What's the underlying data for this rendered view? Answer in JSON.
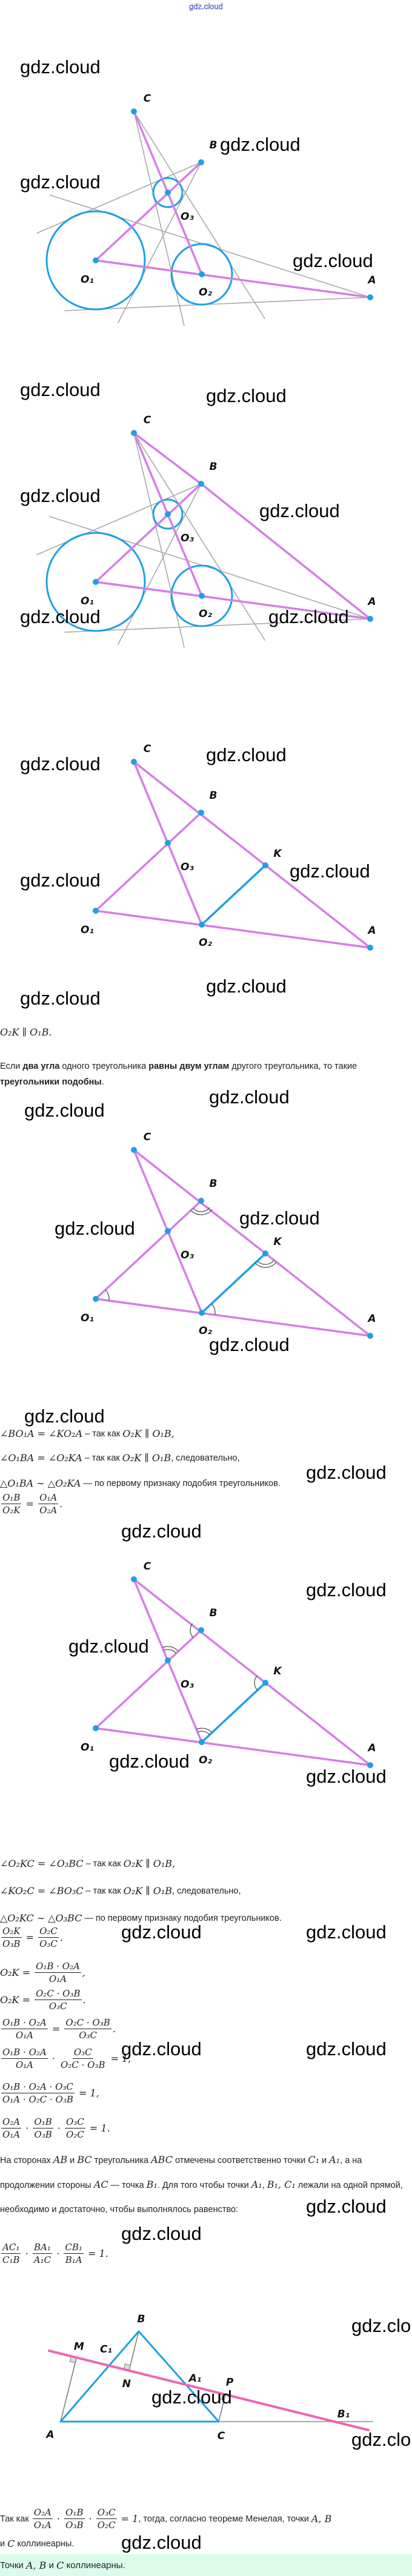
{
  "header": {
    "site": "gdz.cloud"
  },
  "watermark": "gdz.cloud",
  "labels": {
    "A": "A",
    "B": "B",
    "C": "C",
    "O1": "O₁",
    "O2": "O₂",
    "O3": "O₃",
    "K": "K",
    "M": "M",
    "N": "N",
    "P": "P",
    "A1": "A₁",
    "B1": "B₁",
    "C1": "C₁"
  },
  "colors": {
    "pink": "#d67ee6",
    "blue": "#1ea0e6",
    "gray": "#a9a9a9",
    "magenta": "#e868b4",
    "answer_bg": "#dcfbea"
  },
  "blocks": [
    [
      {
        "m": "O₂K ∥ O₁B."
      }
    ],
    [
      {
        "t": "Если "
      },
      {
        "b": "два угла"
      },
      {
        "t": " одного треугольника "
      },
      {
        "b": "равны двум углам"
      },
      {
        "t": " другого треугольника, то такие "
      },
      {
        "b": "треугольники подобны"
      },
      {
        "t": "."
      }
    ],
    [
      {
        "m": "∠BO₁A = ∠KO₂A"
      },
      {
        "t": " – так как "
      },
      {
        "m": "O₂K ∥ O₁B,"
      }
    ],
    [
      {
        "m": "∠O₁BA = ∠O₂KA"
      },
      {
        "t": " – так как "
      },
      {
        "m": "O₂K ∥ O₁B"
      },
      {
        "t": ", следовательно,"
      }
    ],
    [
      {
        "m": "△O₁BA ∼ △O₂KA"
      },
      {
        "t": " — по первому признаку подобия треугольников."
      }
    ],
    [
      {
        "f": [
          "O₁B",
          "O₂K"
        ]
      },
      {
        "m": " = "
      },
      {
        "f": [
          "O₁A",
          "O₂A"
        ]
      },
      {
        "m": "."
      }
    ],
    [
      {
        "m": "∠O₂KC = ∠O₃BC"
      },
      {
        "t": " – так как "
      },
      {
        "m": "O₂K ∥ O₁B,"
      }
    ],
    [
      {
        "m": "∠KO₂C = ∠BO₃C"
      },
      {
        "t": " – так как "
      },
      {
        "m": "O₂K ∥ O₁B"
      },
      {
        "t": ", следовательно,"
      }
    ],
    [
      {
        "m": "△O₂KC ∼ △O₃BC"
      },
      {
        "t": " — по первому признаку подобия треугольников."
      }
    ],
    [
      {
        "f": [
          "O₂K",
          "O₃B"
        ]
      },
      {
        "m": " = "
      },
      {
        "f": [
          "O₂C",
          "O₃C"
        ]
      },
      {
        "m": "."
      }
    ],
    [
      {
        "m": "O₂K = "
      },
      {
        "f": [
          "O₁B · O₂A",
          "O₁A"
        ]
      },
      {
        "m": ","
      }
    ],
    [
      {
        "m": "O₂K = "
      },
      {
        "f": [
          "O₂C · O₃B",
          "O₃C"
        ]
      },
      {
        "m": "."
      }
    ],
    [
      {
        "f": [
          "O₁B · O₂A",
          "O₁A"
        ]
      },
      {
        "m": " = "
      },
      {
        "f": [
          "O₂C · O₃B",
          "O₃C"
        ]
      },
      {
        "m": "."
      }
    ],
    [
      {
        "f": [
          "O₁B · O₂A",
          "O₁A"
        ]
      },
      {
        "m": " · "
      },
      {
        "f": [
          "O₃C",
          "O₂C · O₃B"
        ]
      },
      {
        "m": " = 1,"
      }
    ],
    [
      {
        "f": [
          "O₁B · O₂A · O₃C",
          "O₁A · O₂C · O₃B"
        ]
      },
      {
        "m": " = 1,"
      }
    ],
    [
      {
        "f": [
          "O₂A",
          "O₁A"
        ]
      },
      {
        "m": " · "
      },
      {
        "f": [
          "O₁B",
          "O₃B"
        ]
      },
      {
        "m": " · "
      },
      {
        "f": [
          "O₃C",
          "O₂C"
        ]
      },
      {
        "m": " = 1."
      }
    ],
    [
      {
        "t": "На сторонах "
      },
      {
        "m": "AB"
      },
      {
        "t": " и "
      },
      {
        "m": "BC"
      },
      {
        "t": " треугольника "
      },
      {
        "m": "ABC"
      },
      {
        "t": " отмечены соответственно точки "
      },
      {
        "m": "C₁"
      },
      {
        "t": " и "
      },
      {
        "m": "A₁"
      },
      {
        "t": ", а на продолжении стороны "
      },
      {
        "m": "AC"
      },
      {
        "t": " — точка "
      },
      {
        "m": "B₁"
      },
      {
        "t": ". Для того чтобы точки "
      },
      {
        "m": "A₁"
      },
      {
        "t": ", "
      },
      {
        "m": "B₁, C₁"
      },
      {
        "t": " лежали на одной прямой, необходимо и достаточно, чтобы выполнялось равенство:"
      }
    ],
    [
      {
        "f": [
          "AC₁",
          "C₁B"
        ]
      },
      {
        "m": " · "
      },
      {
        "f": [
          "BA₁",
          "A₁C"
        ]
      },
      {
        "m": " · "
      },
      {
        "f": [
          "CB₁",
          "B₁A"
        ]
      },
      {
        "m": " = 1."
      }
    ],
    [
      {
        "t": "Так как "
      },
      {
        "f": [
          "O₂A",
          "O₁A"
        ]
      },
      {
        "m": " · "
      },
      {
        "f": [
          "O₁B",
          "O₃B"
        ]
      },
      {
        "m": " · "
      },
      {
        "f": [
          "O₃C",
          "O₂C"
        ]
      },
      {
        "m": " = 1"
      },
      {
        "t": ", тогда, согласно теореме Менелая, точки "
      },
      {
        "m": "A, B"
      }
    ],
    [
      {
        "t": "и "
      },
      {
        "m": "C"
      },
      {
        "t": " коллинеарны."
      }
    ]
  ],
  "answer": [
    {
      "t": "Точки "
    },
    {
      "m": "A, B"
    },
    {
      "t": " и "
    },
    {
      "m": "C"
    },
    {
      "t": " коллинеарны."
    }
  ]
}
